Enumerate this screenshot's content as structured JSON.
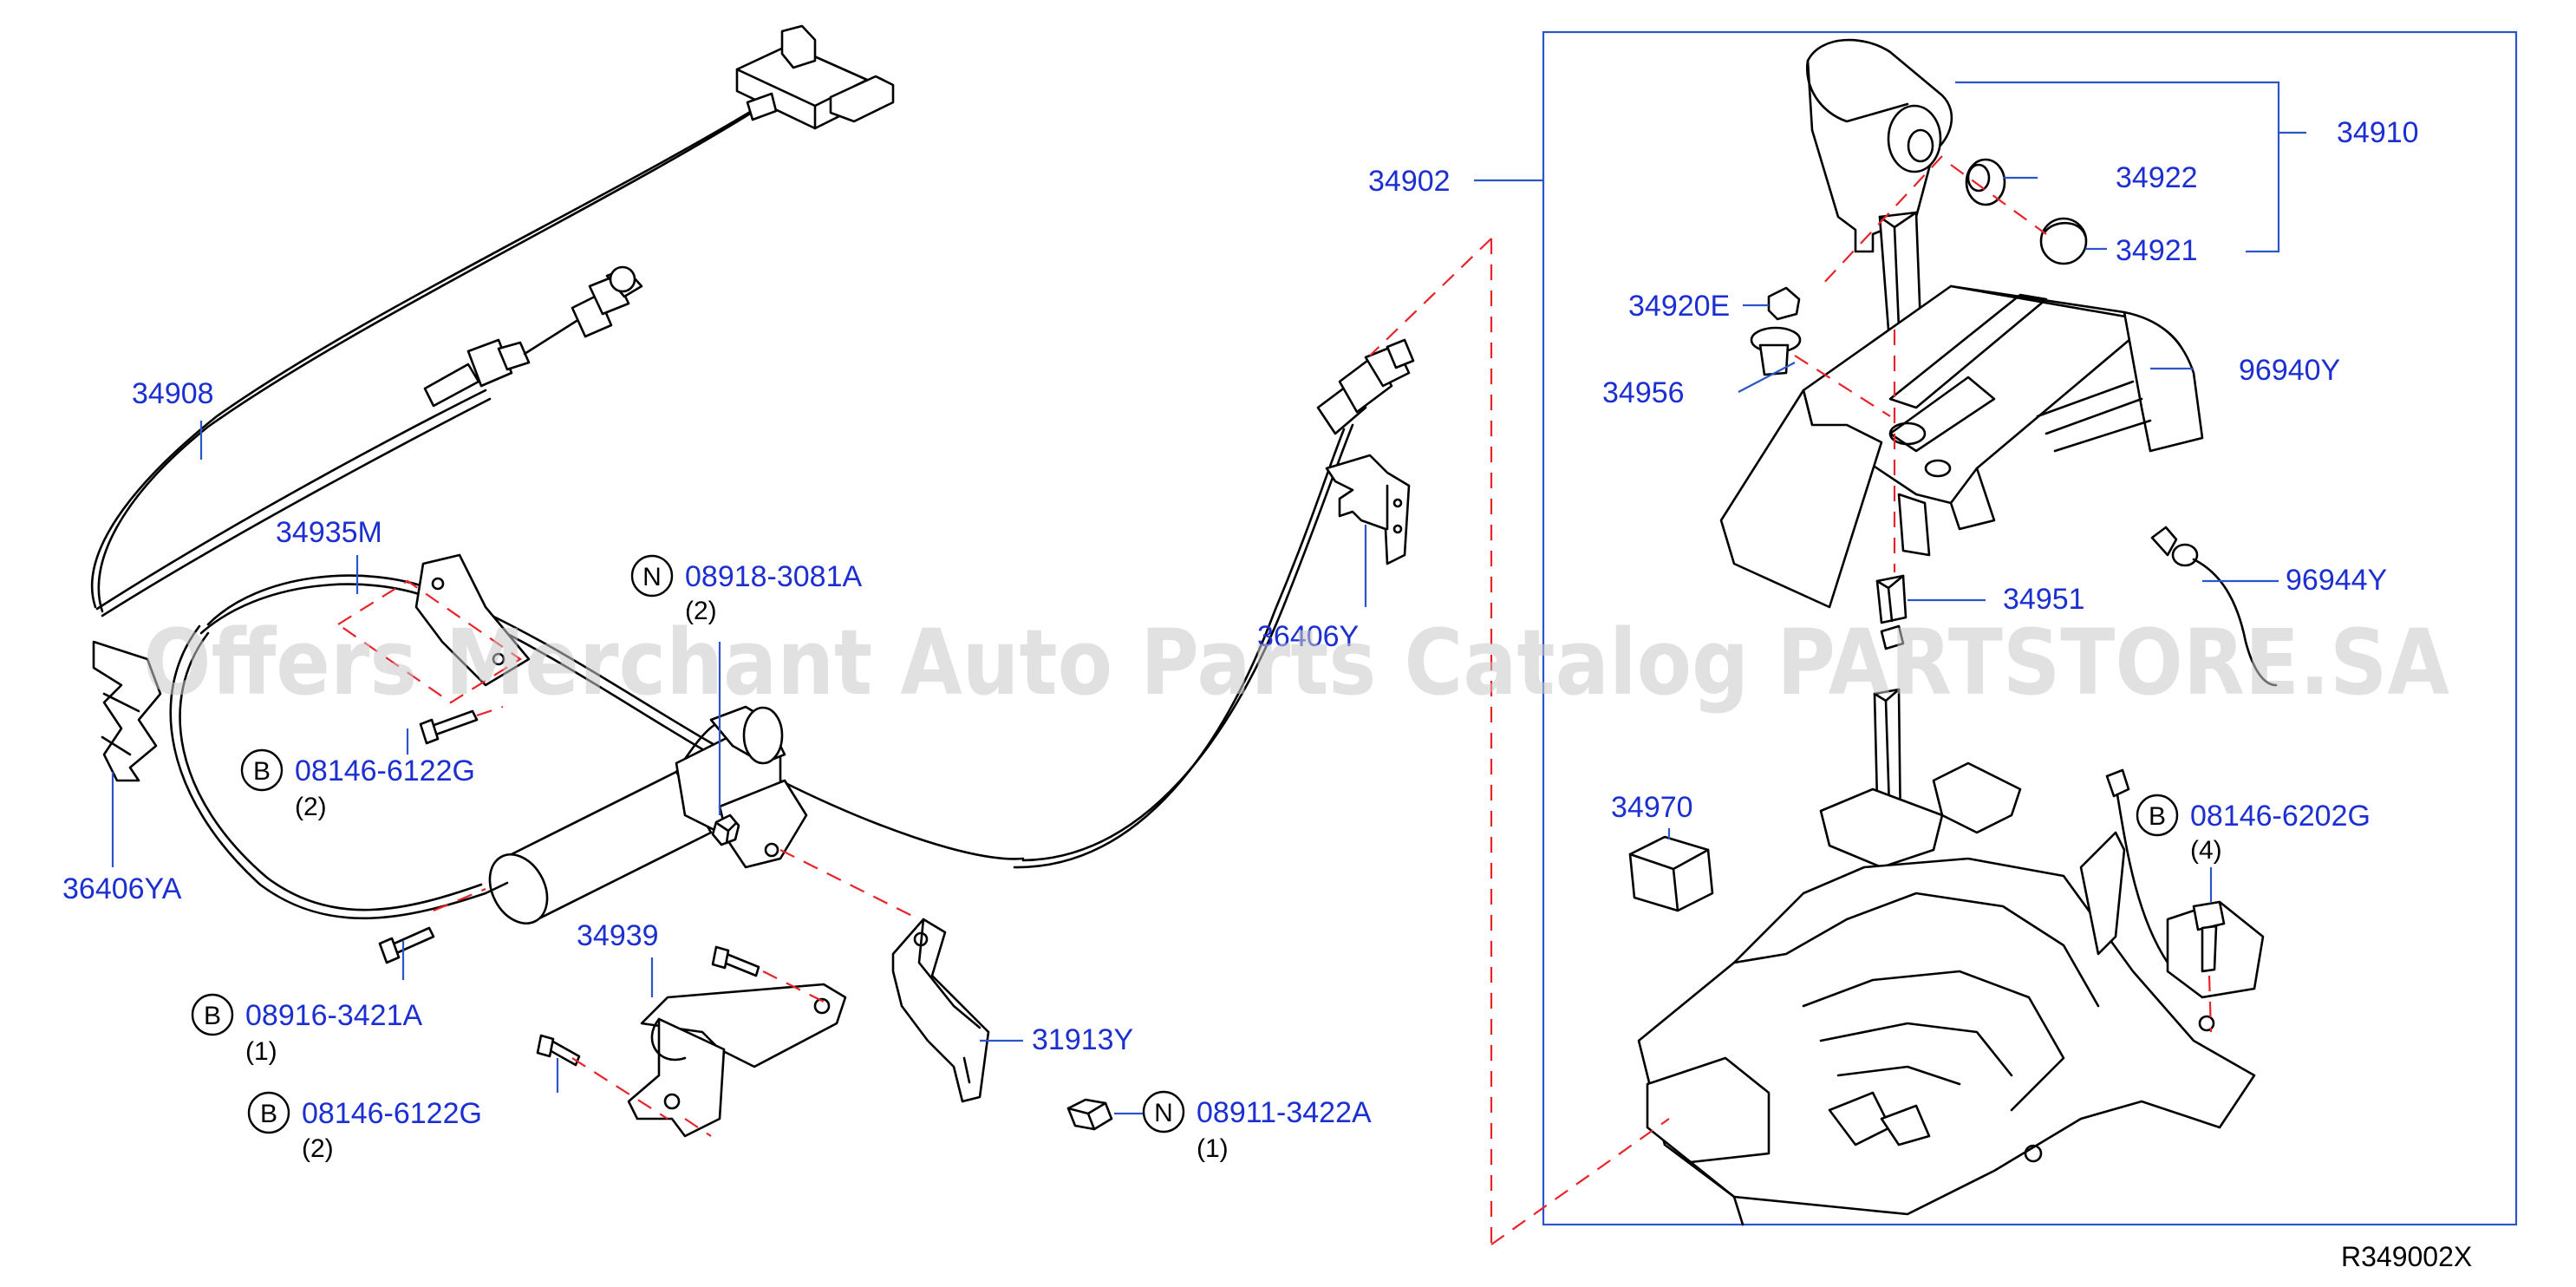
{
  "diagram": {
    "watermark": "Offers Merchant Auto Parts Catalog PARTSTORE.SA",
    "reference": "R349002X",
    "labels": {
      "p34908": "34908",
      "p34935M": "34935M",
      "p36406YA": "36406YA",
      "p36406Y": "36406Y",
      "p34939": "34939",
      "p31913Y": "31913Y",
      "p34902": "34902",
      "p34910": "34910",
      "p34922": "34922",
      "p34921": "34921",
      "p34920E": "34920E",
      "p34956": "34956",
      "p96940Y": "96940Y",
      "p34951": "34951",
      "p96944Y": "96944Y",
      "p34970": "34970"
    },
    "fasteners": {
      "f1": {
        "marker": "N",
        "part": "08918-3081A",
        "qty": "(2)"
      },
      "f2": {
        "marker": "B",
        "part": "08146-6122G",
        "qty": "(2)"
      },
      "f3": {
        "marker": "B",
        "part": "08916-3421A",
        "qty": "(1)"
      },
      "f4": {
        "marker": "B",
        "part": "08146-6122G",
        "qty": "(2)"
      },
      "f5": {
        "marker": "N",
        "part": "08911-3422A",
        "qty": "(1)"
      },
      "f6": {
        "marker": "B",
        "part": "08146-6202G",
        "qty": "(4)"
      }
    },
    "colors": {
      "label": "#1c2fd1",
      "leader": "#2b56c9",
      "dashed": "#e8232a",
      "line": "#000000"
    }
  }
}
